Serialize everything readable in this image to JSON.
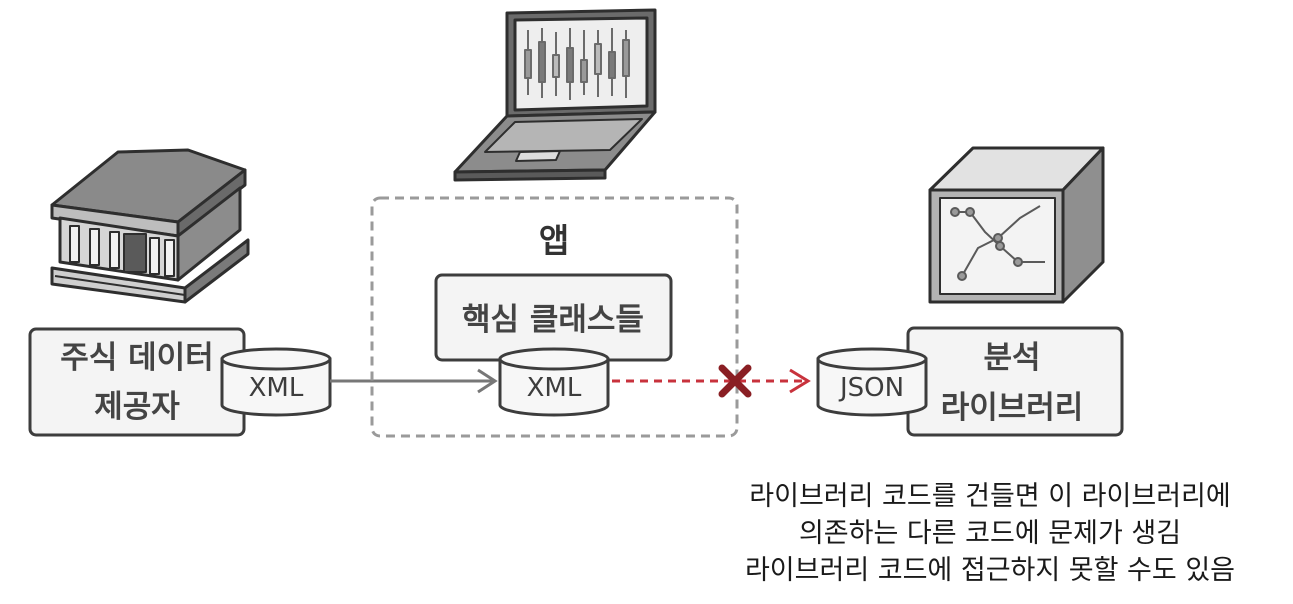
{
  "provider": {
    "line1": "주식 데이터",
    "line2": "제공자",
    "format": "XML"
  },
  "app": {
    "title": "앱",
    "core": "핵심 클래스들",
    "format": "XML"
  },
  "library": {
    "line1": "분석",
    "line2": "라이브러리",
    "format": "JSON"
  },
  "note": {
    "line1": "라이브러리 코드를 건들면 이 라이브러리에",
    "line2": "의존하는 다른 코드에 문제가 생김",
    "line3": "라이브러리 코드에 접근하지 못할 수도 있음"
  },
  "colors": {
    "stroke": "#3d3d3d",
    "broken_link": "#c8323c",
    "arrow": "#777777"
  },
  "icons": [
    "bank-building-icon",
    "laptop-icon",
    "chart-box-icon",
    "broken-link-x-icon"
  ]
}
